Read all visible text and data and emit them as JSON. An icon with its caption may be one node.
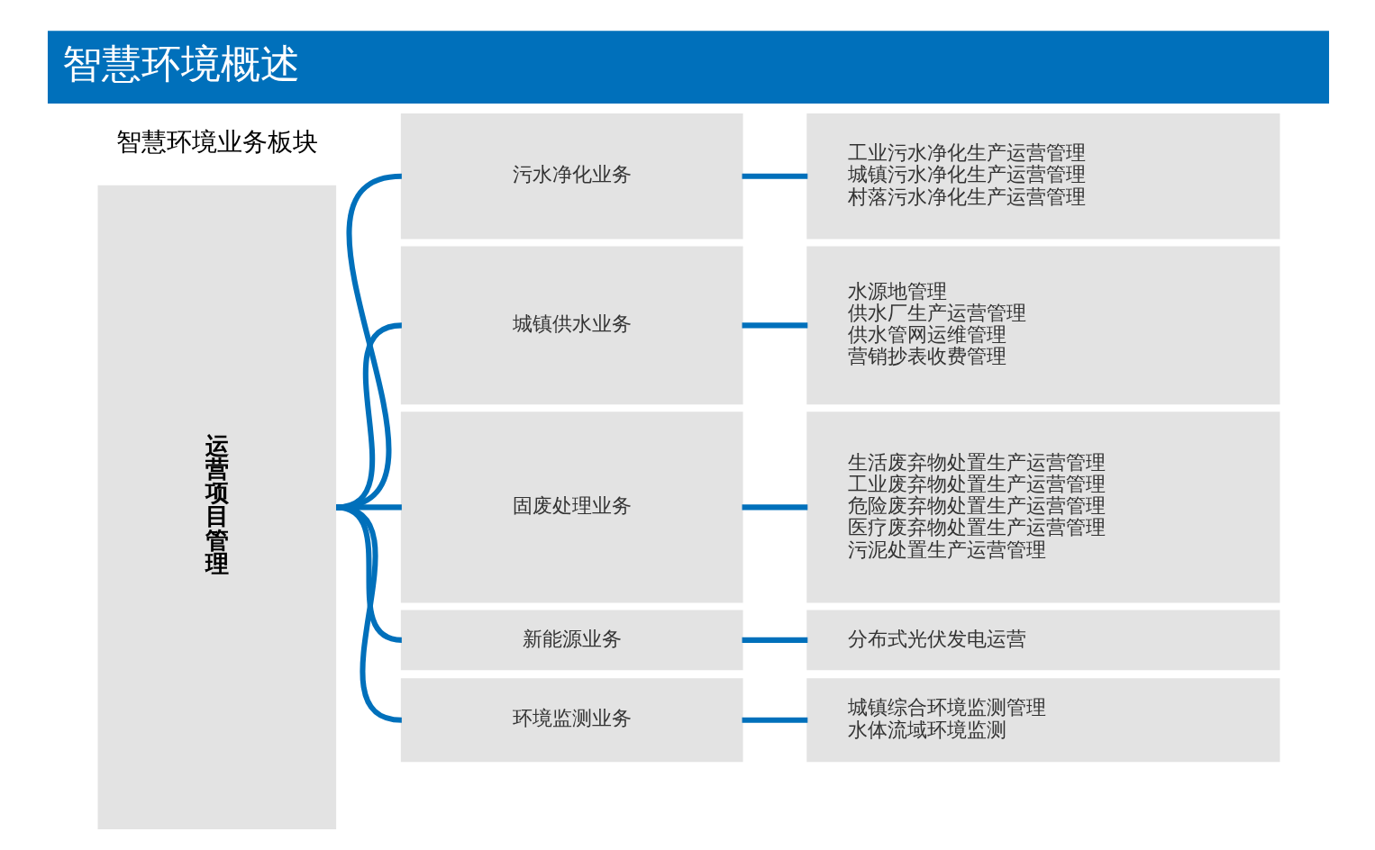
{
  "diagram": {
    "title": "智慧环境概述",
    "nodes": [
      {
        "text": [
          "运营项目管理"
        ]
      },
      {
        "text": [
          "污水净化业务"
        ]
      },
      {
        "text": [
          "城镇供水业务"
        ]
      },
      {
        "text": [
          "固废处理业务"
        ]
      },
      {
        "text": [
          "新能源业务"
        ]
      },
      {
        "text": [
          "环境监测业务"
        ]
      },
      {
        "text": [
          "工业污水净化生产运营管理",
          "城镇污水净化生产运营管理",
          "村落污水净化生产运营管理"
        ]
      },
      {
        "text": [
          "水源地管理",
          "供水厂生产运营管理",
          "供水管网运维管理",
          "营销抄表收费管理"
        ]
      },
      {
        "text": [
          "生活废弃物处置生产运营管理",
          "工业废弃物处置生产运营管理",
          "危险废弃物处置生产运营管理",
          "医疗废弃物处置生产运营管理",
          "污泥处置生产运营管理"
        ]
      },
      {
        "text": [
          "分布式光伏发电运营"
        ]
      },
      {
        "text": [
          "城镇综合环境监测管理",
          "水体流域环境监测"
        ]
      }
    ],
    "edges": [
      {
        "from": 0,
        "to": 1,
        "arrow": "none"
      },
      {
        "from": 0,
        "to": 2,
        "arrow": "none"
      },
      {
        "from": 0,
        "to": 3,
        "arrow": "none"
      },
      {
        "from": 0,
        "to": 4,
        "arrow": "none"
      },
      {
        "from": 0,
        "to": 5,
        "arrow": "none"
      },
      {
        "from": 1,
        "to": 6,
        "arrow": "none"
      },
      {
        "from": 2,
        "to": 7,
        "arrow": "none"
      },
      {
        "from": 3,
        "to": 8,
        "arrow": "none"
      },
      {
        "from": 4,
        "to": 9,
        "arrow": "none"
      },
      {
        "from": 5,
        "to": 10,
        "arrow": "none"
      }
    ],
    "labels": [
      "智慧环境业务板块"
    ]
  }
}
